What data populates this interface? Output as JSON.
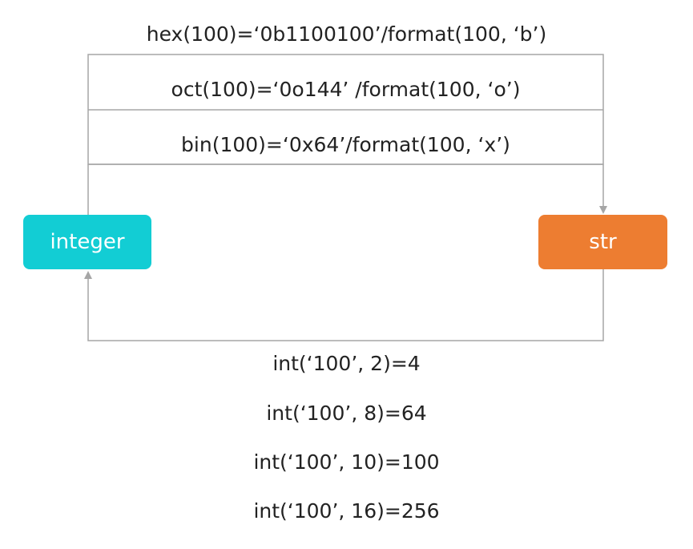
{
  "top_labels": [
    "hex(100)=‘0b1100100’/format(100, ‘b’)",
    "oct(100)=‘0o144’ /format(100, ‘o’)",
    "bin(100)=‘0x64’/format(100, ‘x’)"
  ],
  "nodes": {
    "integer": {
      "label": "integer",
      "color": "#12CDD4"
    },
    "str": {
      "label": "str",
      "color": "#ED7D31"
    }
  },
  "bottom_labels": [
    "int(‘100’, 2)=4",
    "int(‘100’, 8)=64",
    "int(‘100’, 10)=100",
    "int(‘100’, 16)=256"
  ],
  "line_color": "#A6A6A6"
}
